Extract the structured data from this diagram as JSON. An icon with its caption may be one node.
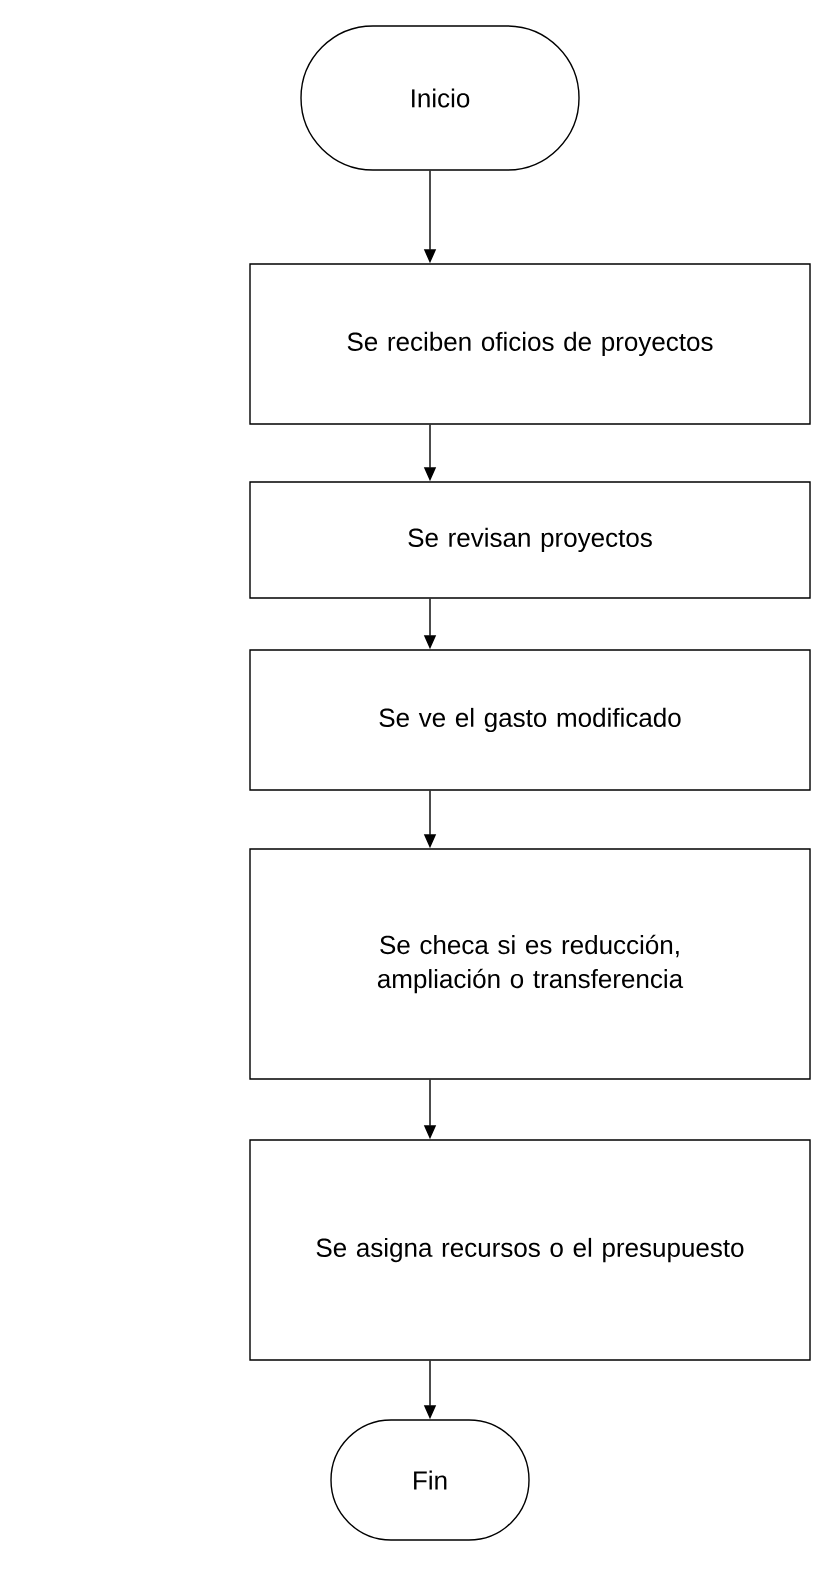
{
  "diagram": {
    "nodes": [
      {
        "text": [
          "Inicio"
        ]
      },
      {
        "text": [
          "Se reciben oficios de proyectos"
        ]
      },
      {
        "text": [
          "Se revisan proyectos"
        ]
      },
      {
        "text": [
          "Se ve el gasto modificado"
        ]
      },
      {
        "text": [
          "Se checa si es reducción, ampliación o transferencia"
        ]
      },
      {
        "text": [
          "Se asigna recursos o el presupuesto"
        ]
      },
      {
        "text": [
          "Fin"
        ]
      }
    ],
    "edges": [
      {
        "from": 0,
        "to": 1,
        "arrow": "to"
      },
      {
        "from": 1,
        "to": 2,
        "arrow": "to"
      },
      {
        "from": 2,
        "to": 3,
        "arrow": "to"
      },
      {
        "from": 3,
        "to": 4,
        "arrow": "to"
      },
      {
        "from": 4,
        "to": 5,
        "arrow": "to"
      },
      {
        "from": 5,
        "to": 6,
        "arrow": "to"
      }
    ]
  }
}
